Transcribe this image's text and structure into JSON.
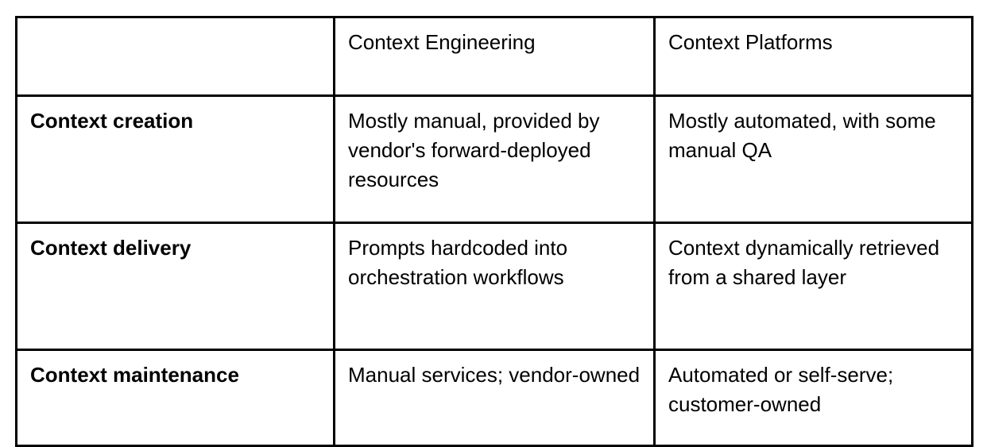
{
  "table": {
    "name": "context-engineering-vs-context-platforms",
    "headers": {
      "corner": "",
      "column_one": "Context Engineering",
      "column_two": "Context Platforms"
    },
    "rows": [
      {
        "attribute": "Context creation",
        "column_one": "Mostly manual, provided by vendor's forward-deployed resources",
        "column_two": "Mostly automated, with some manual QA"
      },
      {
        "attribute": "Context delivery",
        "column_one": "Prompts hardcoded into orchestration workflows",
        "column_two": "Context dynamically retrieved from a shared layer"
      },
      {
        "attribute": "Context maintenance",
        "column_one": "Manual services; vendor-owned",
        "column_two": "Automated or self-serve; customer-owned"
      }
    ],
    "colors": {
      "border": "#000000",
      "background": "#ffffff",
      "text": "#000000"
    }
  }
}
